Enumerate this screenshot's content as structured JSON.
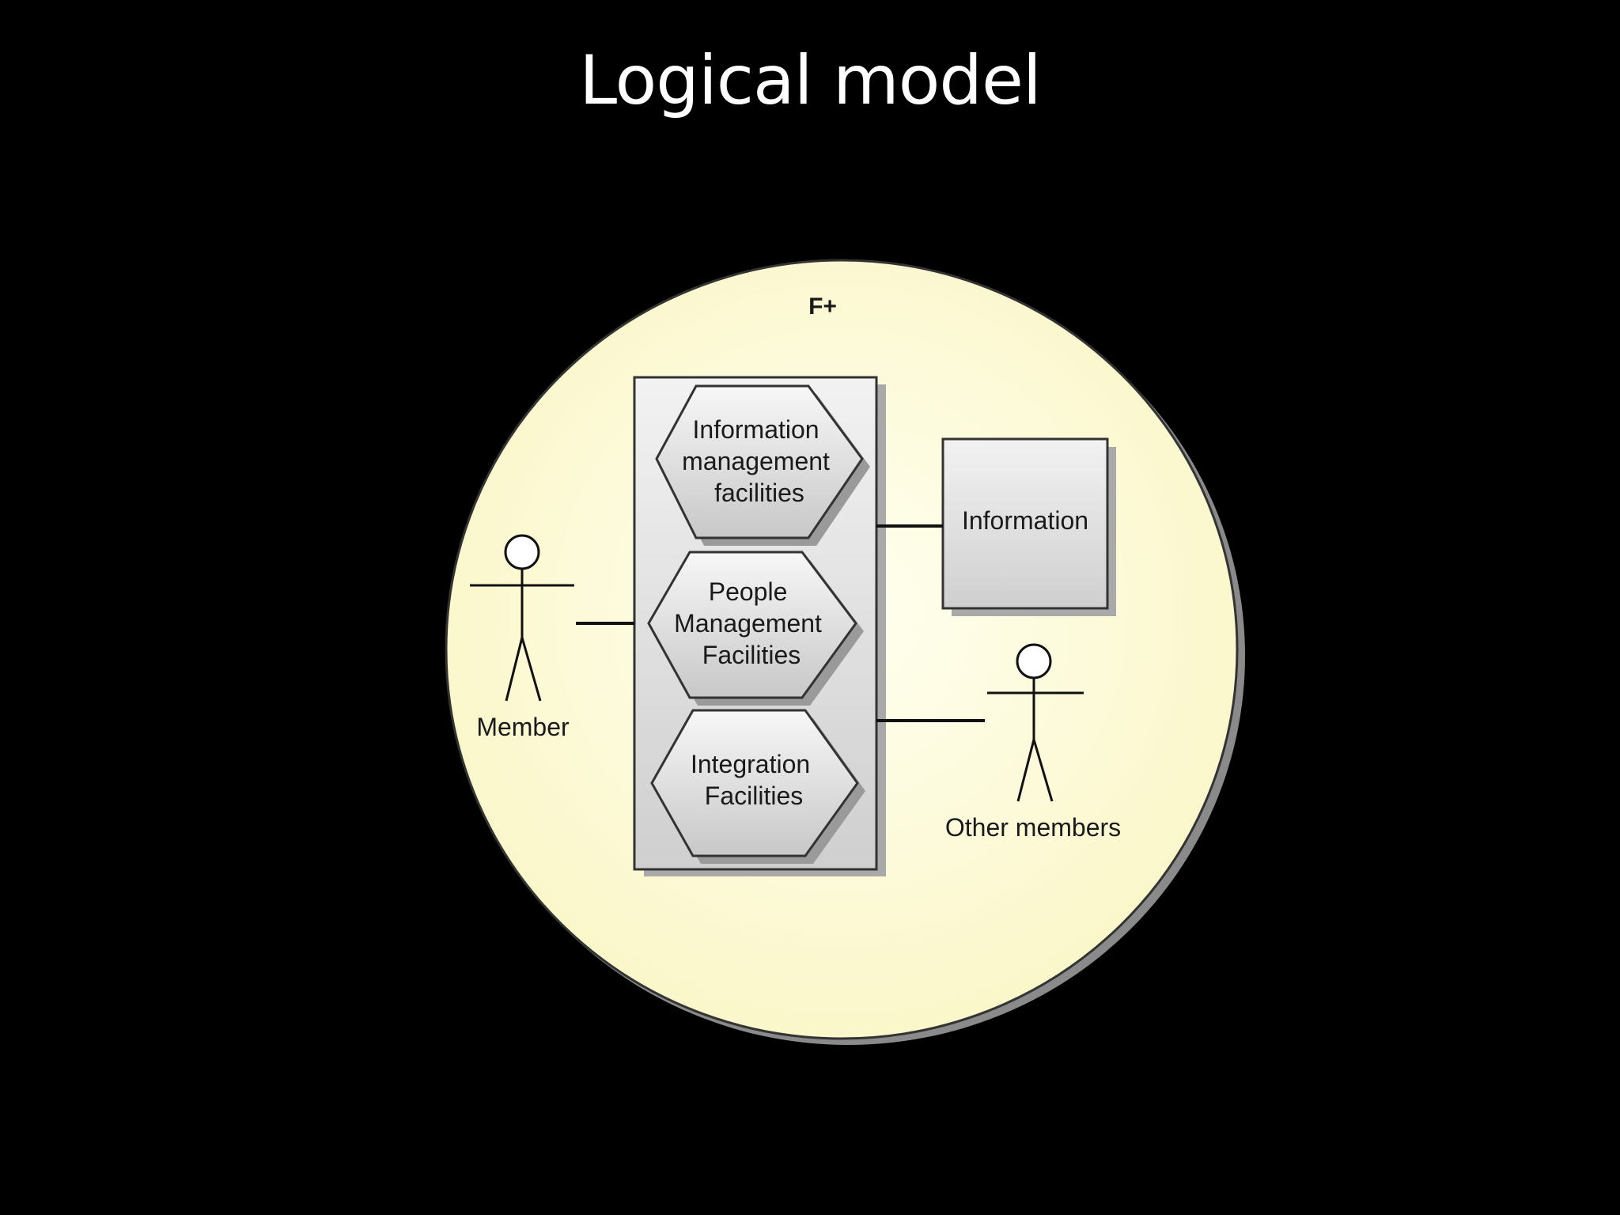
{
  "title": "Logical model",
  "diagram": {
    "system_label": "F+",
    "facilities": [
      {
        "name": "info-mgmt",
        "lines": [
          "Information",
          "management",
          "facilities"
        ]
      },
      {
        "name": "people-mgmt",
        "lines": [
          "People",
          "Management",
          "Facilities"
        ]
      },
      {
        "name": "integration",
        "lines": [
          "Integration",
          "Facilities"
        ]
      }
    ],
    "information_box": "Information",
    "actors": {
      "member": "Member",
      "other_members": "Other members"
    },
    "colors": {
      "background": "#000000",
      "circle_fill": "#fdfcd9",
      "box_fill": "#e2e2e2",
      "outline": "#333333"
    }
  }
}
